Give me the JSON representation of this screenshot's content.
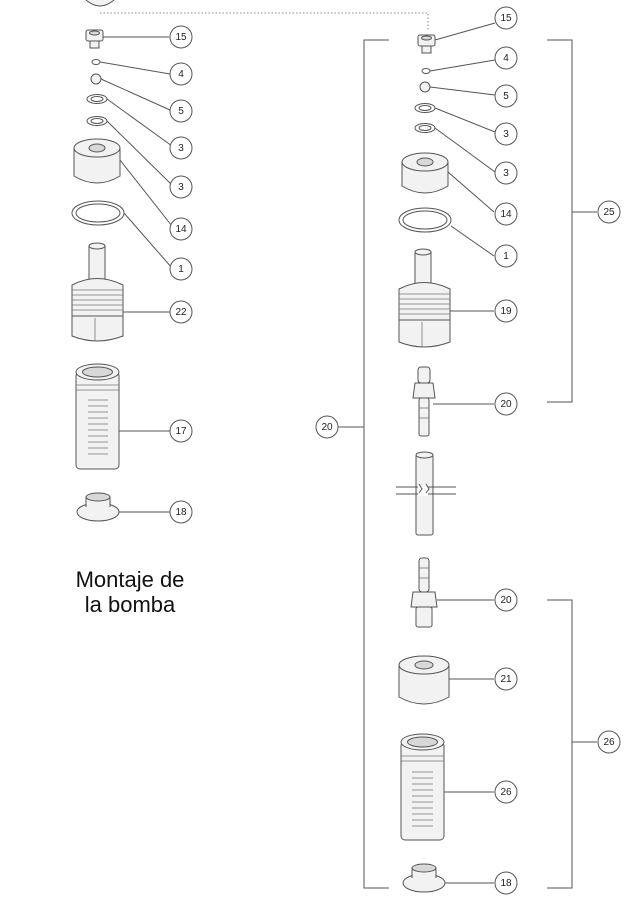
{
  "title_lines": [
    "Montaje de",
    "la bomba"
  ],
  "callouts": {
    "left": [
      "15",
      "4",
      "5",
      "3",
      "3",
      "14",
      "1",
      "22",
      "17",
      "18"
    ],
    "right": [
      "15",
      "4",
      "5",
      "3",
      "3",
      "14",
      "1",
      "19",
      "20",
      "20",
      "21",
      "26",
      "18"
    ],
    "groups": [
      "20",
      "25",
      "26"
    ]
  }
}
